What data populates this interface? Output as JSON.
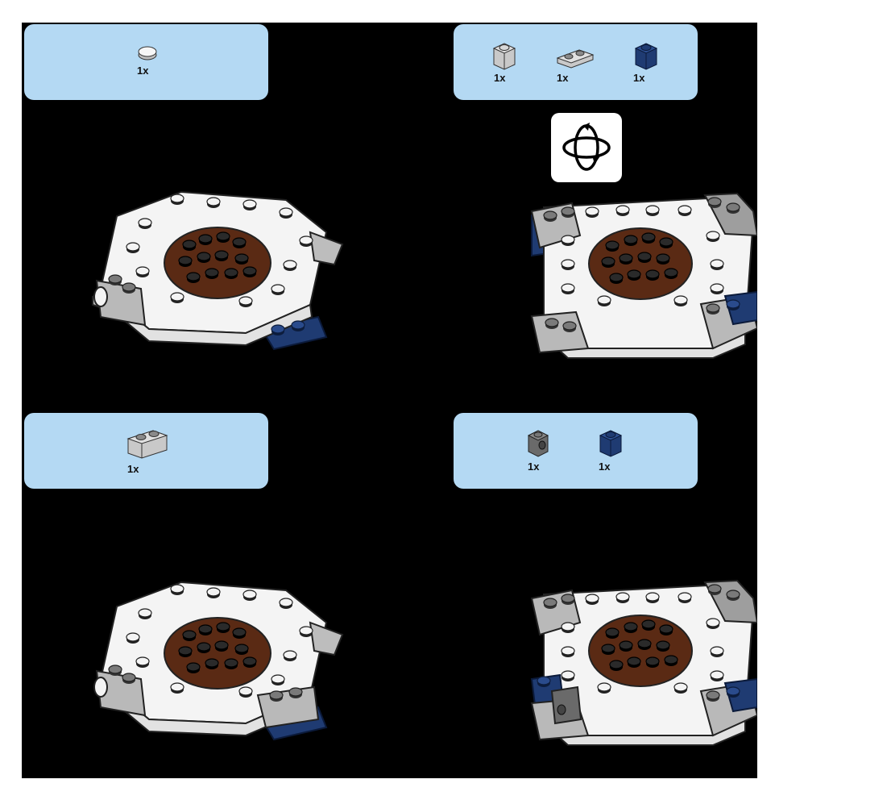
{
  "colors": {
    "page_background": "#000000",
    "callout_background": "#b4d9f3",
    "white_brick": "#f4f4f4",
    "light_gray_brick": "#b9b9b9",
    "dark_gray_brick": "#5e5e5e",
    "dark_blue_brick": "#1f3b72",
    "brown_plate": "#5a2a14",
    "black_stud": "#161616"
  },
  "steps": [
    {
      "parts": [
        {
          "icon": "round-tile-1x1-white-icon",
          "qty": "1x"
        }
      ]
    },
    {
      "parts": [
        {
          "icon": "brick-1x1-light-gray-icon",
          "qty": "1x"
        },
        {
          "icon": "plate-1x2-light-gray-icon",
          "qty": "1x"
        },
        {
          "icon": "brick-1x1-dark-blue-icon",
          "qty": "1x"
        }
      ],
      "rotate_icon": "rotate-model-icon"
    },
    {
      "parts": [
        {
          "icon": "brick-1x2-light-gray-icon",
          "qty": "1x"
        }
      ]
    },
    {
      "parts": [
        {
          "icon": "brick-1x1-headlight-dark-gray-icon",
          "qty": "1x"
        },
        {
          "icon": "brick-1x1-dark-blue-icon",
          "qty": "1x"
        }
      ]
    }
  ]
}
